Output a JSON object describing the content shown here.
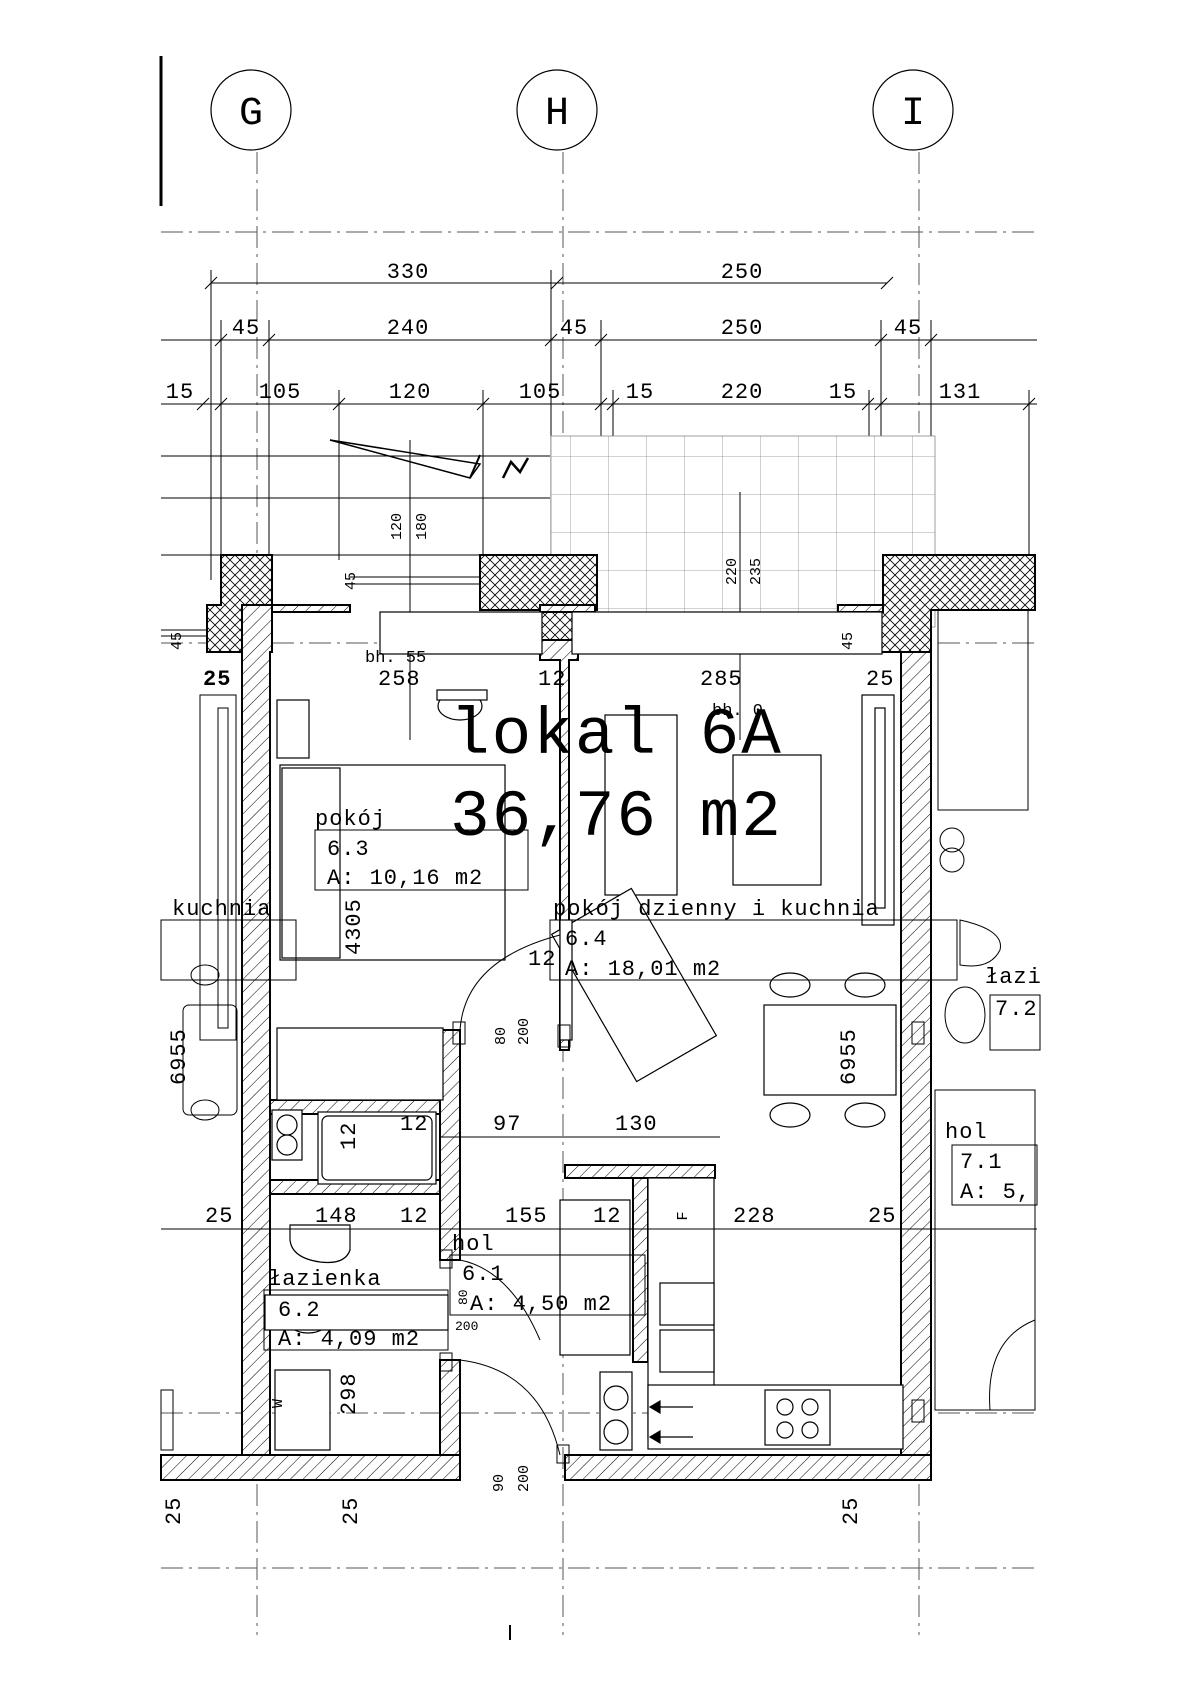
{
  "axes": [
    {
      "label": "G"
    },
    {
      "label": "H"
    },
    {
      "label": "I"
    }
  ],
  "unit": {
    "name": "lokal 6A",
    "area": "36,76 m2"
  },
  "dimensions": {
    "row1": [
      "330",
      "250"
    ],
    "row2": [
      "45",
      "240",
      "45",
      "250",
      "45"
    ],
    "row3": [
      "15",
      "105",
      "120",
      "105",
      "15",
      "220",
      "15",
      "131"
    ],
    "window_h": [
      "120",
      "180"
    ],
    "balcony": [
      "220",
      "235"
    ],
    "wall45_left": "45",
    "wall45_win": "45",
    "wall45_right": "45",
    "interior": [
      "25",
      "258",
      "12",
      "285",
      "25"
    ],
    "mid": [
      "12",
      "97",
      "130"
    ],
    "lower": [
      "25",
      "148",
      "12",
      "155",
      "12",
      "228",
      "25"
    ],
    "bottom": [
      "25",
      "25",
      "25"
    ],
    "vertical_left": "6955",
    "vertical_right": "6955",
    "height_room": "4305",
    "height_bath": "298",
    "door_pokoj": [
      "80",
      "200"
    ],
    "door_hol": [
      "80",
      "200"
    ],
    "door_entry": [
      "90",
      "200"
    ],
    "door_12": "12",
    "bath_12": "12",
    "bh55": "bh. 55",
    "bh0": "bh. 0"
  },
  "rooms": [
    {
      "name": "pokój",
      "num": "6.3",
      "area": "A: 10,16 m2"
    },
    {
      "name": "pokój dzienny i kuchnia",
      "num": "6.4",
      "area": "A: 18,01 m2"
    },
    {
      "name": "hol",
      "num": "6.1",
      "area": "A: 4,50 m2"
    },
    {
      "name": "łazienka",
      "num": "6.2",
      "area": "A: 4,09 m2"
    }
  ],
  "neighbor_rooms": [
    {
      "name": "kuchnia"
    },
    {
      "name": "łazi",
      "num": "7.2"
    },
    {
      "name": "hol",
      "num": "7.1",
      "area": "A: 5,"
    }
  ],
  "appliances": {
    "fridge": "F",
    "washer": "W",
    "north": "N"
  }
}
